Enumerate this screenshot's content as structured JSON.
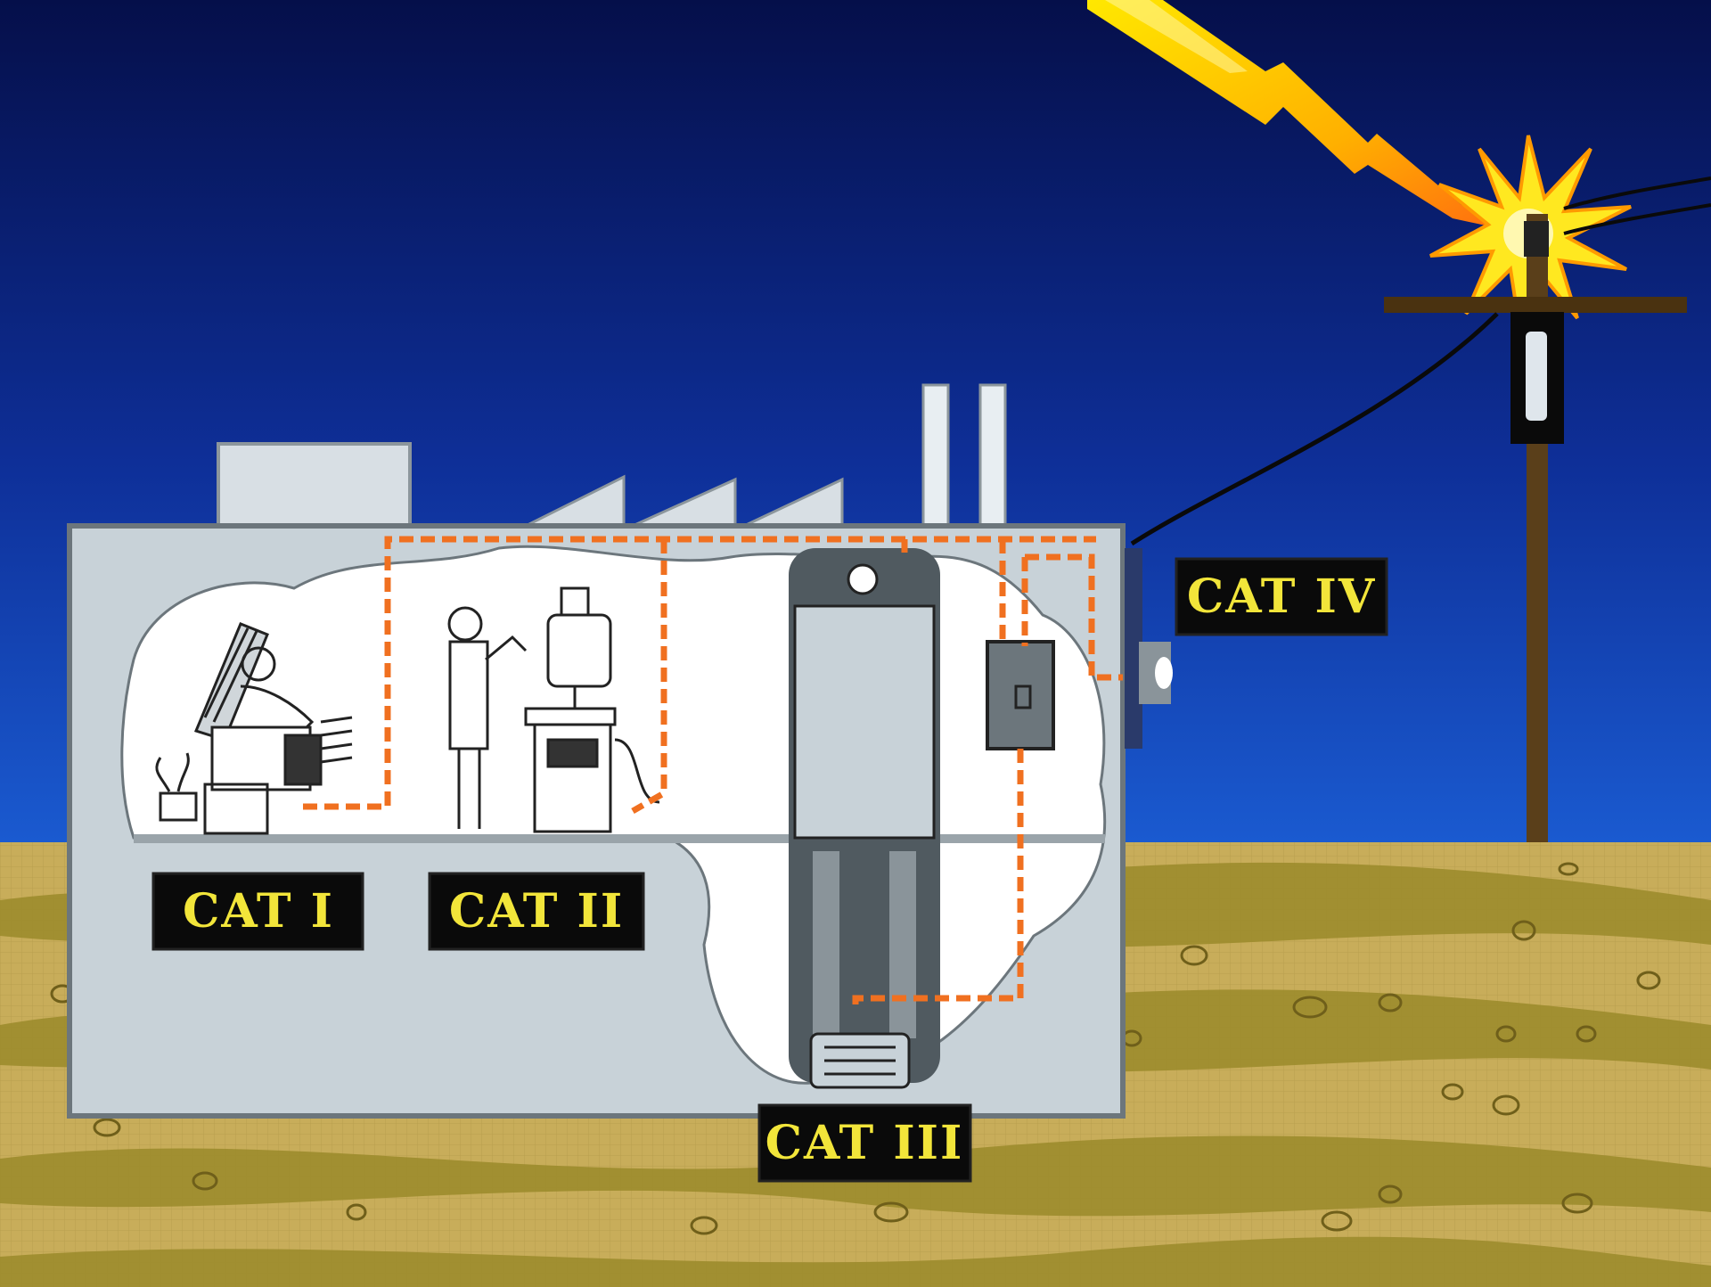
{
  "labels": {
    "cat1": "CAT I",
    "cat2": "CAT II",
    "cat3": "CAT III",
    "cat4": "CAT IV"
  },
  "colors": {
    "sky_top": "#050f4a",
    "sky_bottom": "#1a5ad0",
    "ground": "#c8ad5a",
    "ground_dark": "#9a8a2a",
    "building": "#c8d2d8",
    "wiring": "#f07020",
    "label_bg": "#0a0a0a",
    "label_text": "#f2e53a",
    "lightning": "#ffd000"
  },
  "icons": {
    "lightning": "lightning-bolt-icon",
    "spark": "spark-burst-icon",
    "pole": "utility-pole-icon"
  }
}
